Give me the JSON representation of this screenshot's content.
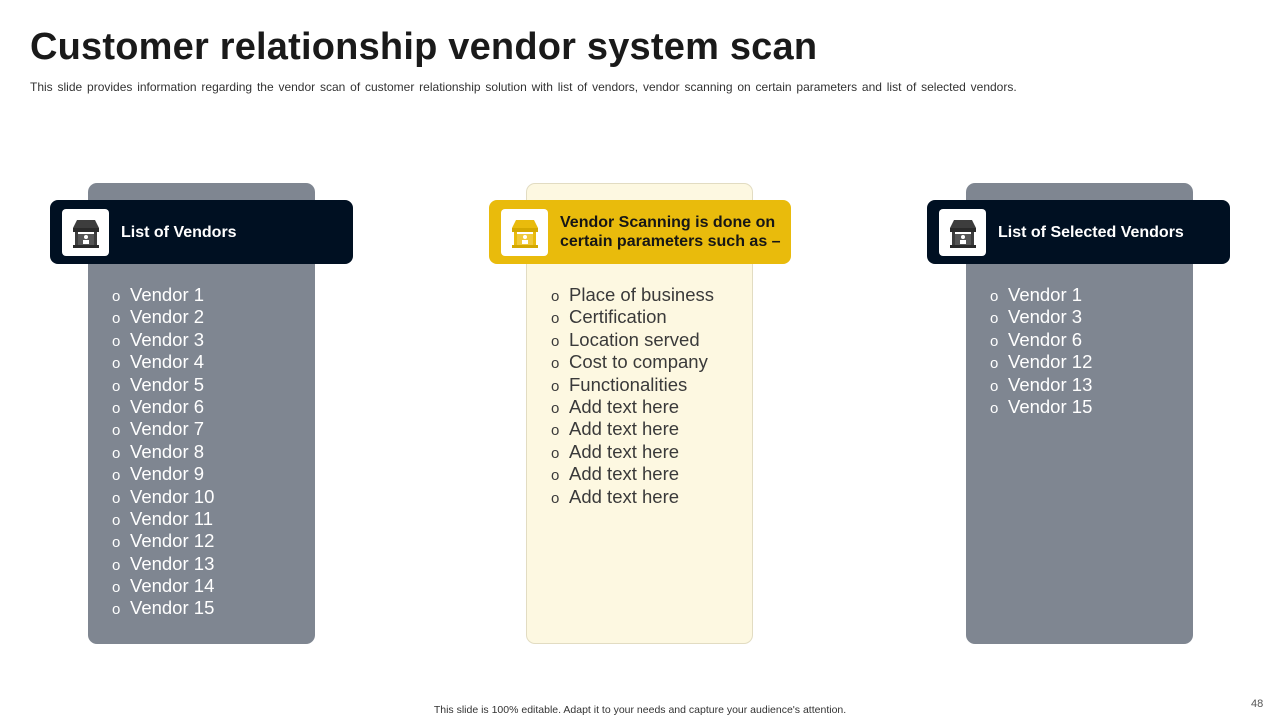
{
  "title": "Customer relationship vendor system scan",
  "subtitle": "This slide provides  information  regarding  the vendor  scan of customer relationship  solution with list of vendors,  vendor  scanning on certain parameters  and list of selected vendors.",
  "colors": {
    "dark_header": "#001022",
    "yellow_header": "#e9bb0c",
    "gray_panel": "#7f8691",
    "cream_panel": "#fdf8e1"
  },
  "columns": [
    {
      "heading": "List of Vendors",
      "icon": "vendor-stall-icon",
      "items": [
        "Vendor 1",
        "Vendor 2",
        "Vendor 3",
        "Vendor 4",
        "Vendor 5",
        "Vendor 6",
        "Vendor 7",
        "Vendor 8",
        "Vendor 9",
        "Vendor 10",
        "Vendor 11",
        "Vendor 12",
        "Vendor 13",
        "Vendor 14",
        "Vendor 15"
      ]
    },
    {
      "heading": "Vendor Scanning is done on certain parameters such as –",
      "icon": "vendor-stall-icon",
      "items": [
        "Place of business",
        "Certification",
        "Location served",
        "Cost to company",
        "Functionalities",
        "Add text here",
        "Add text here",
        "Add text here",
        "Add text here",
        "Add text here"
      ]
    },
    {
      "heading": "List of Selected Vendors",
      "icon": "vendor-stall-icon",
      "items": [
        "Vendor 1",
        "Vendor 3",
        "Vendor 6",
        "Vendor 12",
        "Vendor 13",
        "Vendor 15"
      ]
    }
  ],
  "bullet": "o",
  "footer": "This slide is 100% editable. Adapt it to your needs and capture your audience's attention.",
  "page_number": "48"
}
